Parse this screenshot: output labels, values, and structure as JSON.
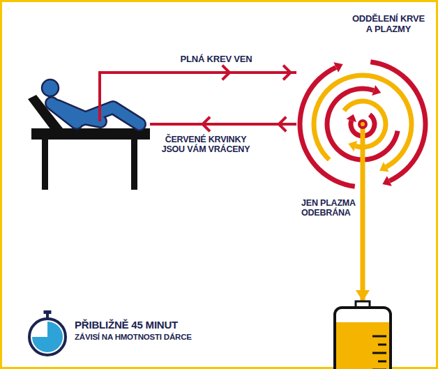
{
  "diagram": {
    "nodes": [
      {
        "text": []
      },
      {
        "text": [
          "ODDĚLENÍ KRVE A PLAZMY"
        ]
      },
      {
        "text": []
      }
    ],
    "edges": [
      {
        "from": 0,
        "to": 1,
        "arrow": "to",
        "label": "PLNÁ KREV VEN"
      },
      {
        "from": 1,
        "to": 0,
        "arrow": "to",
        "label": "ČERVENÉ KRVINKY JSOU VÁM VRÁCENY"
      },
      {
        "from": 1,
        "to": 2,
        "arrow": "to",
        "label": "JEN PLAZMA ODEBRÁNA"
      }
    ],
    "labels": [
      "PŘIBLIŽNĚ 45 MINUT",
      "ZÁVISÍ NA HMOTNOSTI DÁRCE"
    ]
  }
}
